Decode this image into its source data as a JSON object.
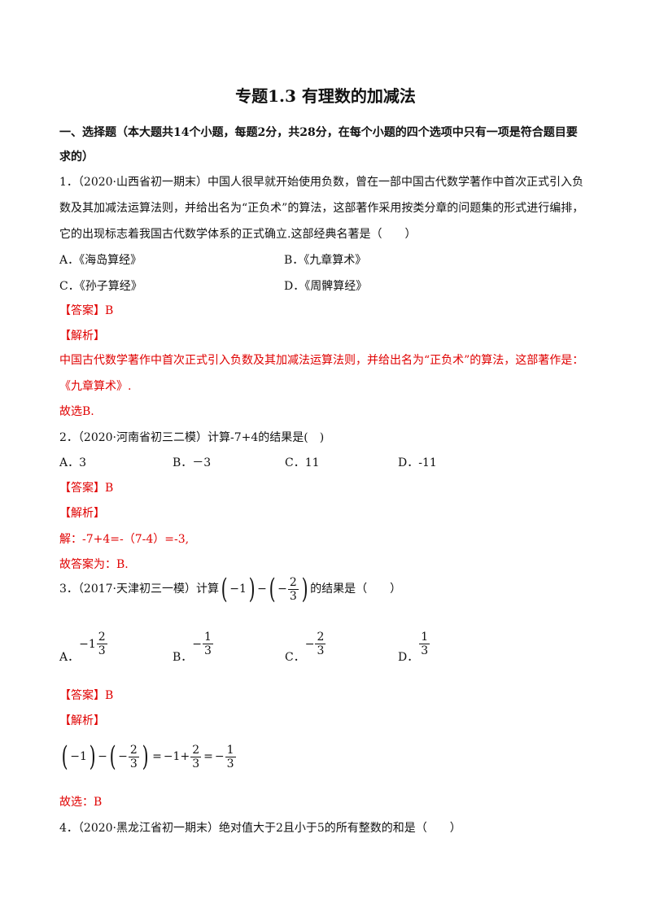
{
  "title": "专题1.3 有理数的加减法",
  "section_header_1": "一、选择题（本大题共14个小题，每题2分，共28分，在每个小题的四个选项中只有一项是符合题目要",
  "section_header_2": "求的）",
  "q1": {
    "line1": "1．（2020·山西省初一期末）中国人很早就开始使用负数，曾在一部中国古代数学著作中首次正式引入负",
    "line2": "数及其加减法运算法则，并给出名为“正负术”的算法，这部著作采用按类分章的问题集的形式进行编排，",
    "line3": "它的出现标志着我国古代数学体系的正式确立.这部经典名著是（　　）",
    "optA": "A．《海岛算经》",
    "optB": "B．《九章算术》",
    "optC": "C．《孙子算经》",
    "optD": "D．《周髀算经》",
    "answer": "【答案】B",
    "analysis": "【解析】",
    "exp1": "中国古代数学著作中首次正式引入负数及其加减法运算法则，并给出名为“正负术”的算法，这部著作是：",
    "exp2": "《九章算术》.",
    "choose": "故选B."
  },
  "q2": {
    "stem": "2．（2020·河南省初三二模）计算-7+4的结果是(　)",
    "optA": "A．3",
    "optB": "B．－3",
    "optC": "C．11",
    "optD": "D．-11",
    "answer": "【答案】B",
    "analysis": "【解析】",
    "exp1": "解：-7+4=-（7-4）=-3,",
    "choose": "故答案为：B."
  },
  "q3": {
    "prefix": "3．（2017·天津初三一模）计算",
    "suffix": "的结果是（　　）",
    "expr_neg1": "−1",
    "minus": "−",
    "frac_num": "2",
    "frac_den": "3",
    "optA_label": "A．",
    "optA_whole": "1",
    "optA_num": "2",
    "optA_den": "3",
    "optB_label": "B．",
    "optB_num": "1",
    "optB_den": "3",
    "optC_label": "C．",
    "optC_num": "2",
    "optC_den": "3",
    "optD_label": "D．",
    "optD_num": "1",
    "optD_den": "3",
    "answer": "【答案】B",
    "analysis": "【解析】",
    "sol_eq1": "=",
    "sol_neg1": "−1",
    "sol_plus": "+",
    "sol_num1": "2",
    "sol_den1": "3",
    "sol_eq2": "=",
    "sol_minus": "−",
    "sol_num2": "1",
    "sol_den2": "3",
    "choose": "故选：B"
  },
  "q4": {
    "stem": "4．（2020·黑龙江省初一期末）绝对值大于2且小于5的所有整数的和是（　　）"
  }
}
